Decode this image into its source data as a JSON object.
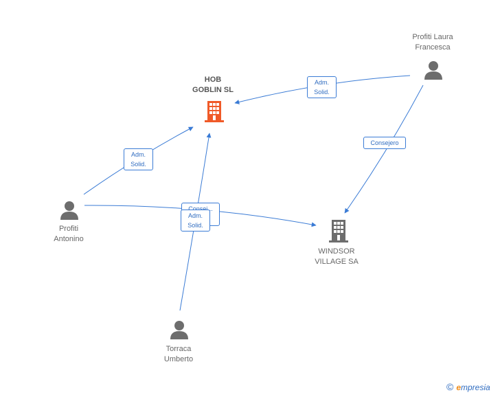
{
  "nodes": {
    "hob_goblin": {
      "label": "HOB\nGOBLIN SL",
      "type": "company",
      "color": "#f05a28"
    },
    "windsor": {
      "label": "WINDSOR\nVILLAGE SA",
      "type": "company",
      "color": "#6d6d6d"
    },
    "laura": {
      "label": "Profiti Laura\nFrancesca",
      "type": "person",
      "color": "#6d6d6d"
    },
    "antonino": {
      "label": "Profiti\nAntonino",
      "type": "person",
      "color": "#6d6d6d"
    },
    "umberto": {
      "label": "Torraca\nUmberto",
      "type": "person",
      "color": "#6d6d6d"
    }
  },
  "edges": [
    {
      "from": "laura",
      "to": "hob_goblin",
      "label": "Adm.\nSolid."
    },
    {
      "from": "laura",
      "to": "windsor",
      "label": "Consejero"
    },
    {
      "from": "antonino",
      "to": "hob_goblin",
      "label": "Adm.\nSolid."
    },
    {
      "from": "antonino",
      "to": "windsor",
      "label": "Consej..."
    },
    {
      "from": "umberto",
      "to": "hob_goblin",
      "label": "Adm.\nSolid."
    }
  ],
  "brand": {
    "copyright": "©",
    "name_first": "e",
    "name_rest": "mpresia"
  },
  "colors": {
    "edge": "#3a7bd5",
    "accent": "#f05a28",
    "person": "#6d6d6d"
  }
}
